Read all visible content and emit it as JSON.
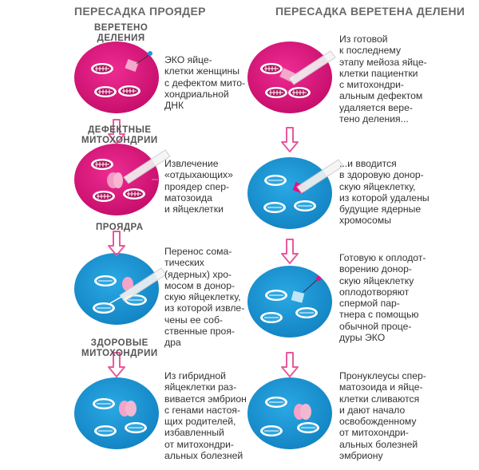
{
  "headers": {
    "left": "ПЕРЕСАДКА ПРОЯДЕР",
    "right": "ПЕРЕСАДКА ВЕРЕТЕНА ДЕЛЕНИ"
  },
  "labels": {
    "spindle": [
      "ВЕРЕТЕНО",
      "ДЕЛЕНИЯ"
    ],
    "defective_mito": [
      "ДЕФЕКТНЫЕ",
      "МИТОХОНДРИИ"
    ],
    "pronuclei": [
      "ПРОЯДРА"
    ],
    "healthy_mito": [
      "ЗДОРОВЫЕ",
      "МИТОХОНДРИИ"
    ]
  },
  "left_steps": [
    [
      "ЭКО яйце-",
      "клетки женщины",
      "с дефектом мито-",
      "хондриальной",
      "ДНК"
    ],
    [
      "Извлечение",
      "«отдыхающих»",
      "проядер спер-",
      "матозоида",
      "и яйцеклетки"
    ],
    [
      "Перенос сома-",
      "тических",
      "(ядерных) хро-",
      "мосом в донор-",
      "скую яйцеклетку,",
      "из которой извле-",
      "чены ее соб-",
      "ственные проя-",
      "дра"
    ],
    [
      "Из гибридной",
      "яйцеклетки раз-",
      "вивается эмбрион",
      "с генами настоя-",
      "щих родителей,",
      "избавленный",
      "от митохондри-",
      "альных болезней"
    ]
  ],
  "right_steps": [
    [
      "Из готовой",
      "к последнему",
      "этапу мейоза яйце-",
      "клетки пациентки",
      "с митохондри-",
      "альным дефектом",
      "удаляется вере-",
      "тено деления..."
    ],
    [
      "...и вводится",
      "в здоровую донор-",
      "скую яйцеклетку,",
      "из которой удалены",
      "будущие ядерные",
      "хромосомы"
    ],
    [
      "Готовую к оплодот-",
      "ворению донор-",
      "скую яйцеклетку",
      "оплодотворяют",
      "спермой пар-",
      "тнера с помощью",
      "обычной проце-",
      "дуры ЭКО"
    ],
    [
      "Пронуклеусы спер-",
      "матозоида и яйце-",
      "клетки сливаются",
      "и дают начало",
      "освобожденному",
      "от митохондри-",
      "альных болезней",
      "эмбриону"
    ]
  ],
  "colors": {
    "magenta": "#e0157f",
    "blue": "#1a9ad8",
    "arrow": "#e8599b"
  }
}
